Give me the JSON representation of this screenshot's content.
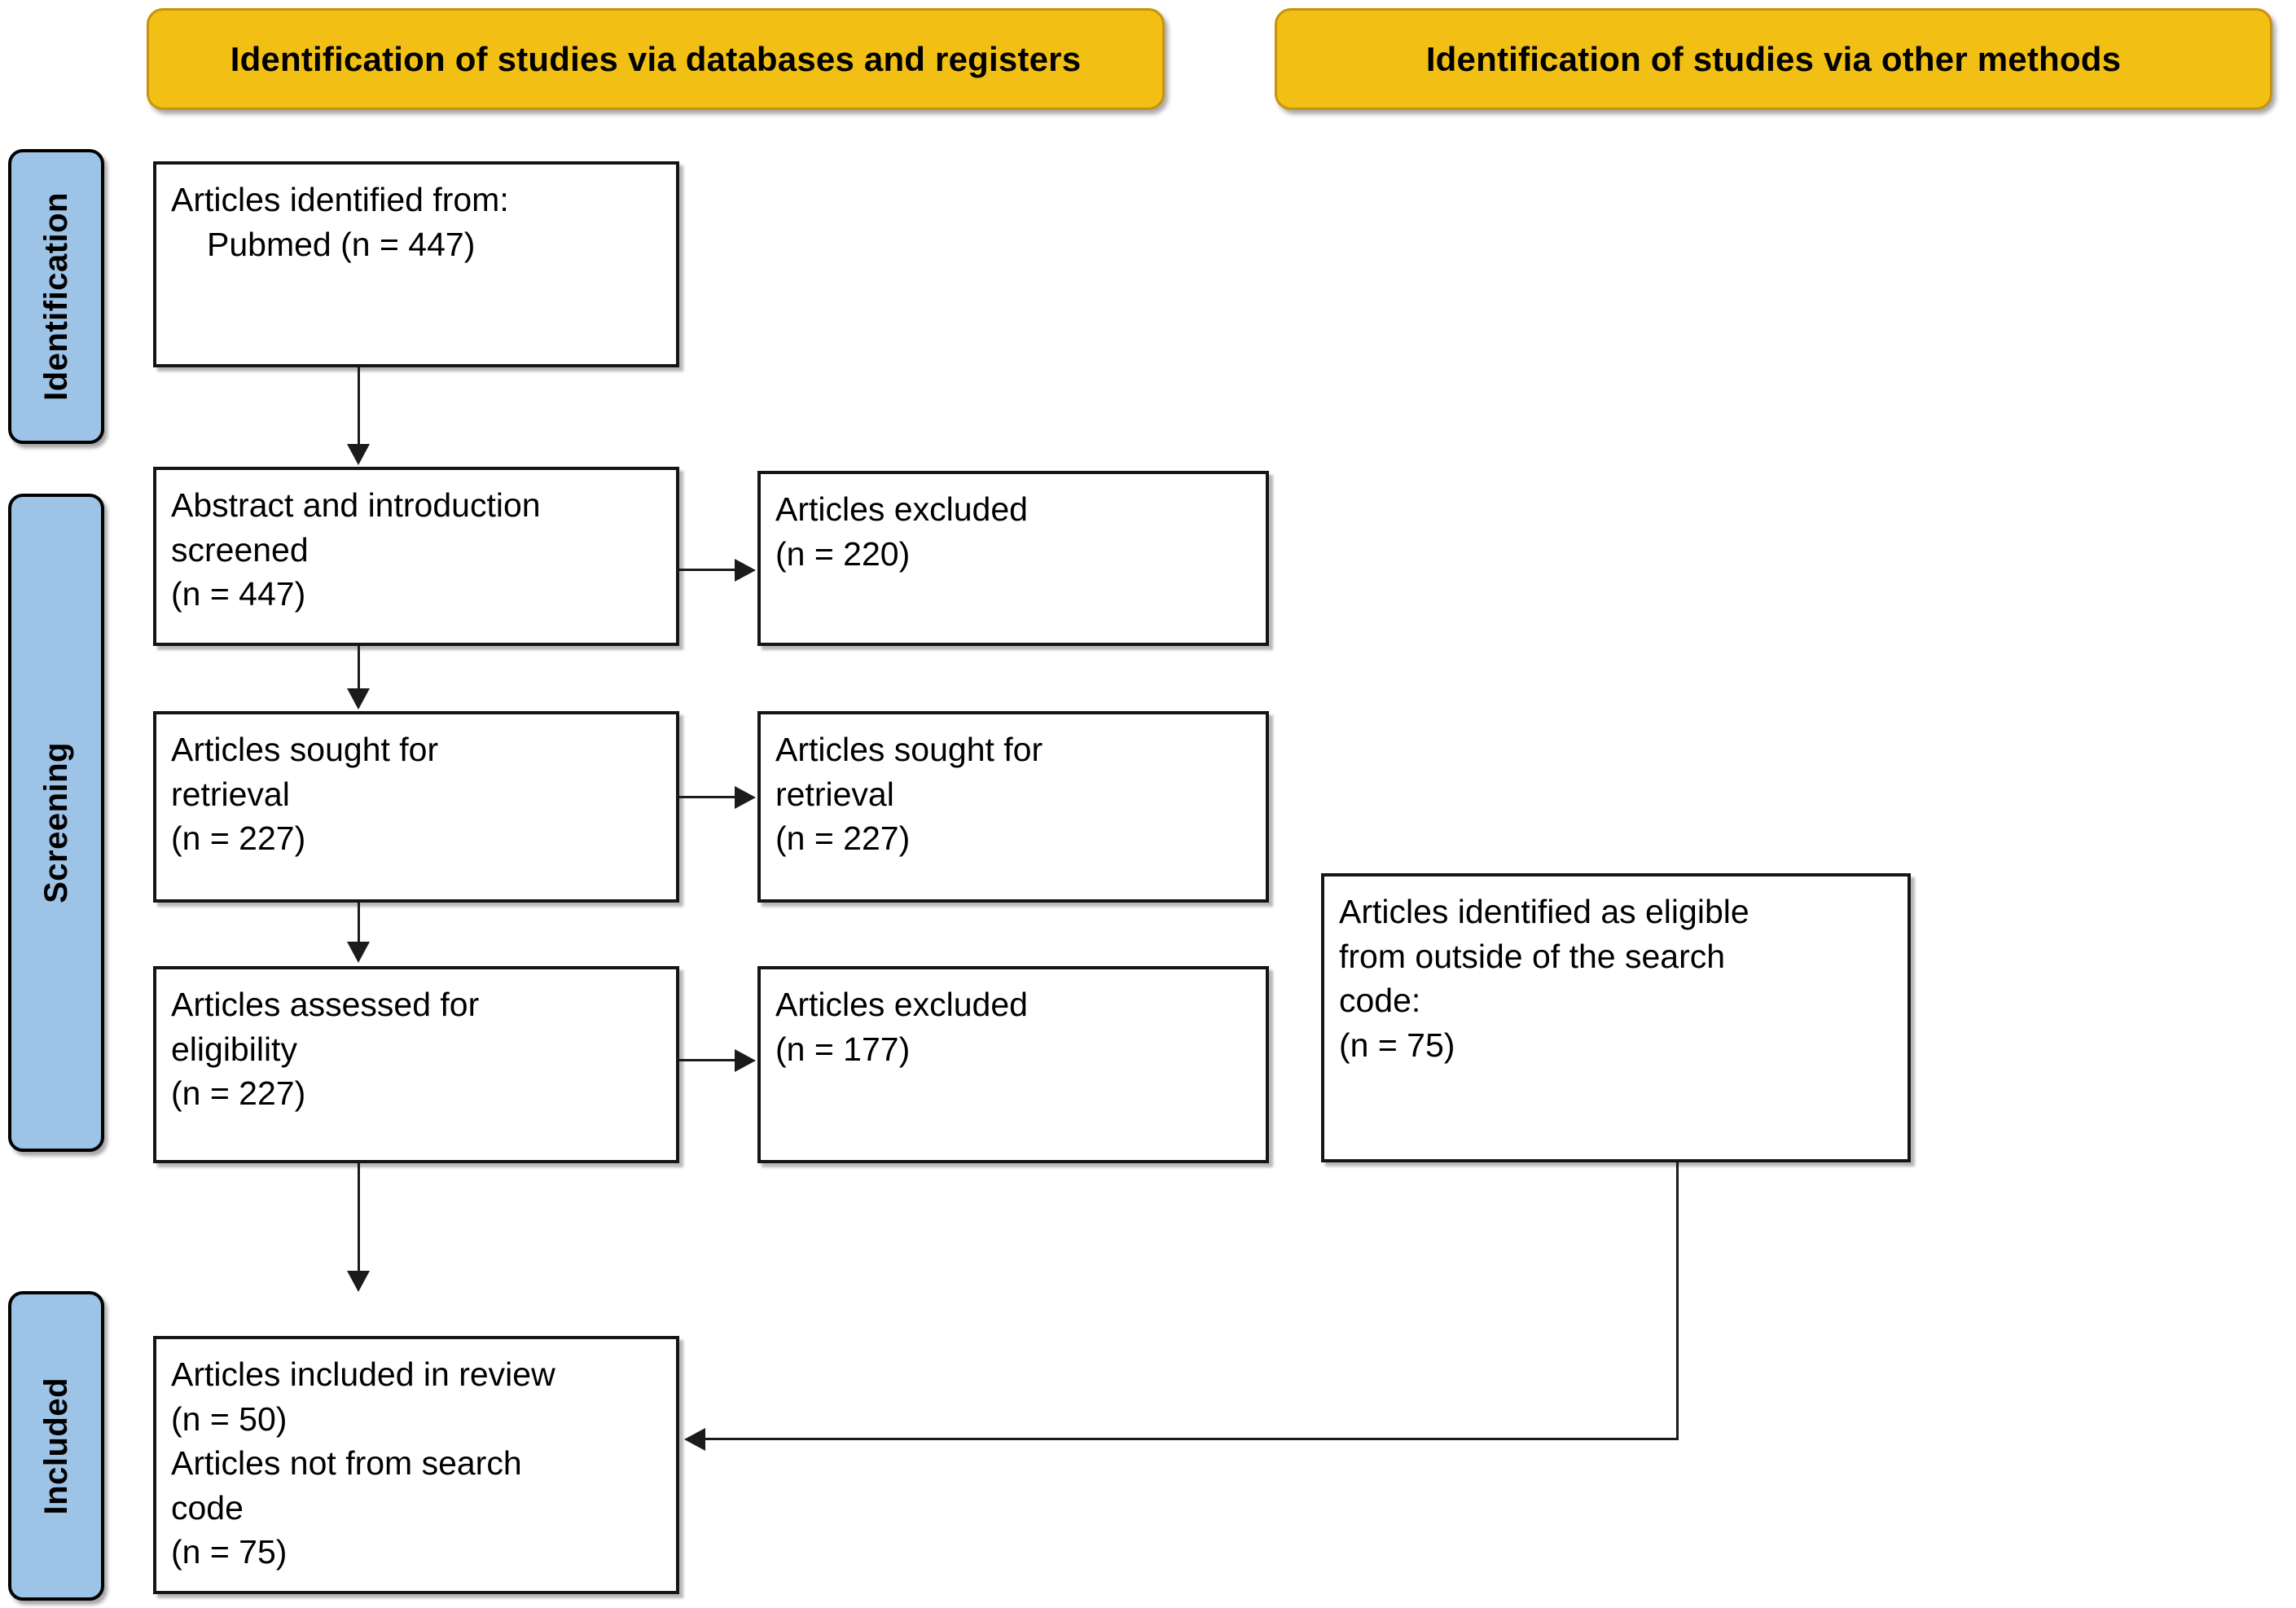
{
  "diagram": {
    "title": "PRISMA flow diagram",
    "colors": {
      "banner_fill": "#F2C014",
      "banner_border": "#C9920B",
      "stage_tab_fill": "#9DC3E6",
      "box_border": "#151515",
      "connector": "#1b1b1b"
    }
  },
  "banners": [
    {
      "id": "databases-registers",
      "label": "Identification of studies via databases and registers"
    },
    {
      "id": "other-methods",
      "label": "Identification of studies via other methods"
    }
  ],
  "stages": [
    {
      "id": "identification",
      "label": "Identification"
    },
    {
      "id": "screening",
      "label": "Screening"
    },
    {
      "id": "included",
      "label": "Included"
    }
  ],
  "boxes": {
    "identified_from": {
      "name": "articles-identified-from",
      "lines": [
        "Articles identified from:",
        "Pubmed (n = 447)"
      ]
    },
    "abstract_screened": {
      "name": "abstract-introduction-screened",
      "lines": [
        "Abstract and introduction",
        "screened",
        "(n = 447)"
      ]
    },
    "excluded_screened": {
      "name": "articles-excluded-screening",
      "lines": [
        "Articles excluded",
        "(n = 220)"
      ]
    },
    "sought_left": {
      "name": "articles-sought-for-retrieval-left",
      "lines": [
        "Articles sought for",
        "retrieval",
        "(n = 227)"
      ]
    },
    "sought_right": {
      "name": "articles-sought-for-retrieval-right",
      "lines": [
        "Articles sought for",
        "retrieval",
        "(n = 227)"
      ]
    },
    "assessed_eligibility": {
      "name": "articles-assessed-for-eligibility",
      "lines": [
        "Articles assessed for",
        "eligibility",
        "(n = 227)"
      ]
    },
    "excluded_eligibility": {
      "name": "articles-excluded-eligibility",
      "lines": [
        "Articles excluded",
        "(n = 177)"
      ]
    },
    "eligible_outside": {
      "name": "articles-identified-outside-search-code",
      "lines": [
        "Articles identified as eligible",
        "from outside of the search",
        "code:",
        "(n = 75)"
      ]
    },
    "included_review": {
      "name": "articles-included-in-review",
      "lines": [
        "Articles included in review",
        "(n = 50)",
        "Articles not from search",
        "code",
        "(n = 75)"
      ]
    }
  },
  "counts": {
    "pubmed_identified": 447,
    "abstract_screened": 447,
    "excluded_screening": 220,
    "sought_for_retrieval": 227,
    "assessed_for_eligibility": 227,
    "excluded_eligibility": 177,
    "eligible_outside_search": 75,
    "included_in_review": 50,
    "included_not_from_search_code": 75
  }
}
